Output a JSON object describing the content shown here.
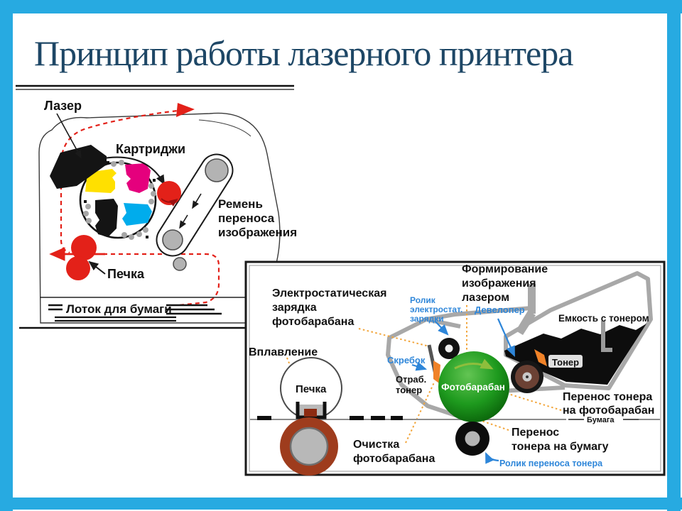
{
  "title": {
    "text": "Принцип работы лазерного принтера"
  },
  "colors": {
    "frame_blue": "#27aae1",
    "title_blue": "#1e4766",
    "path_red": "#e32119",
    "cartridge_yellow": "#ffe000",
    "cartridge_magenta": "#e5007d",
    "cartridge_cyan": "#00acec",
    "label_blue": "#2e86d9",
    "leader_orange": "#f2a53a",
    "drum_green": "#0b7a0b",
    "fuser_roller_brown": "#9e3c1d",
    "developer_brown": "#6b4134"
  },
  "left_diagram": {
    "labels": {
      "laser": "Лазер",
      "cartridges": "Картриджи",
      "belt_line1": "Ремень",
      "belt_line2": "переноса",
      "belt_line3": "изображения",
      "fuser": "Печка",
      "paper_tray": "Лоток для бумаги"
    }
  },
  "right_diagram": {
    "black": {
      "charge_line1": "Электростатическая",
      "charge_line2": "зарядка",
      "charge_line3": "фотобарабана",
      "forming_line1": "Формирование",
      "forming_line2": "изображения",
      "forming_line3": "лазером",
      "toner_tank": "Емкость с тонером",
      "toner": "Тонер",
      "waste_line1": "Отраб.",
      "waste_line2": "тонер",
      "fusing": "Вплавление",
      "fuser": "Печка",
      "cleaning_line1": "Очистка",
      "cleaning_line2": "фотобарабана",
      "transfer_drum_line1": "Перенос тонера",
      "transfer_drum_line2": "на фотобарабан",
      "paper": "Бумага",
      "transfer_paper_line1": "Перенос",
      "transfer_paper_line2": "тонера на бумагу"
    },
    "blue": {
      "charge_roller_line1": "Ролик",
      "charge_roller_line2": "электростат.",
      "charge_roller_line3": "зарядки",
      "developer": "Девелопер",
      "scraper": "Скребок",
      "transfer_roller": "Ролик переноса тонера"
    },
    "drum_label": "Фотобарабан"
  }
}
